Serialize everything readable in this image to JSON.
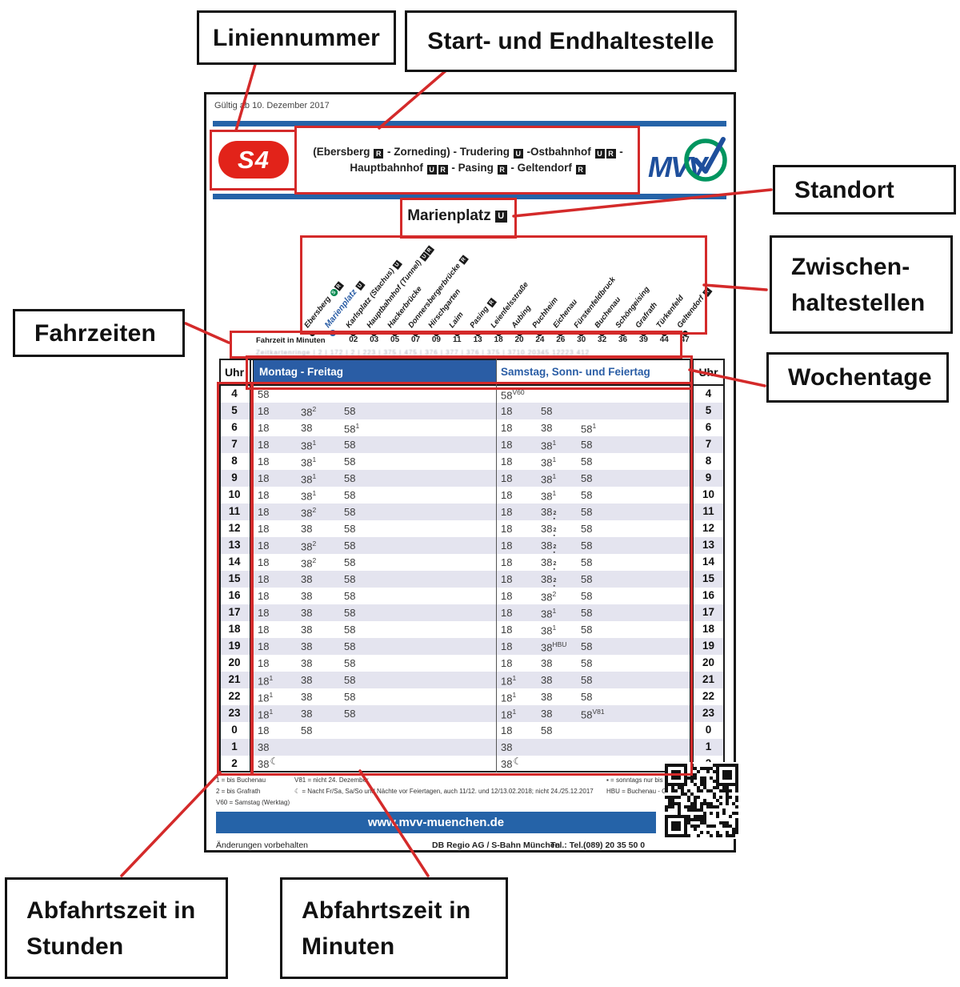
{
  "annotations": {
    "liniennummer": "Liniennummer",
    "start_end": "Start- und Endhaltestelle",
    "standort": "Standort",
    "zwischen": [
      "Zwischen-",
      "haltestellen"
    ],
    "wochentage": "Wochentage",
    "fahrzeiten": "Fahrzeiten",
    "abfahrt_stunden": [
      "Abfahrtszeit in",
      "Stunden"
    ],
    "abfahrt_minuten": [
      "Abfahrtszeit in",
      "Minuten"
    ]
  },
  "sheet": {
    "valid_from": "Gültig ab 10. Dezember 2017",
    "line_number": "S4",
    "brand": "MVV",
    "route": {
      "line1": [
        "(Ebersberg ",
        {
          "b": "R"
        },
        " - Zorneding) - Trudering ",
        {
          "b": "U"
        },
        " -Ostbahnhof ",
        {
          "b": "U"
        },
        {
          "b": "R"
        },
        " -"
      ],
      "line2": [
        "Hauptbahnhof ",
        {
          "b": "U"
        },
        {
          "b": "R"
        },
        " - Pasing ",
        {
          "b": "R"
        },
        " - Geltendorf ",
        {
          "b": "R"
        }
      ]
    },
    "location": {
      "name": "Marienplatz",
      "badge": "U"
    },
    "stations": [
      {
        "n": "Ebersberg",
        "b": [
          "S",
          "R"
        ]
      },
      {
        "n": "Marienplatz",
        "b": [
          "U"
        ],
        "hl": true
      },
      {
        "n": "Karlsplatz (Stachus)",
        "b": [
          "U"
        ]
      },
      {
        "n": "Hauptbahnhof (Tunnel)",
        "b": [
          "U",
          "R"
        ]
      },
      {
        "n": "Hackerbrücke"
      },
      {
        "n": "Donnersbergerbrücke",
        "b": [
          "R"
        ]
      },
      {
        "n": "Hirschgarten"
      },
      {
        "n": "Laim"
      },
      {
        "n": "Pasing",
        "b": [
          "R"
        ]
      },
      {
        "n": "Leienfelsstraße"
      },
      {
        "n": "Aubing"
      },
      {
        "n": "Puchheim"
      },
      {
        "n": "Eichenau"
      },
      {
        "n": "Fürstenfeldbruck"
      },
      {
        "n": "Buchenau"
      },
      {
        "n": "Schöngeising"
      },
      {
        "n": "Grafrath"
      },
      {
        "n": "Türkenfeld"
      },
      {
        "n": "Geltendorf",
        "b": [
          "R"
        ]
      }
    ],
    "travel_time": {
      "label": "Fahrzeit in Minuten",
      "values": [
        "02",
        "03",
        "05",
        "07",
        "09",
        "11",
        "13",
        "18",
        "20",
        "24",
        "26",
        "30",
        "32",
        "36",
        "39",
        "44",
        "47"
      ]
    },
    "zone_row": "Zeitkartenringe      |   2   |  172 |  2  | 223 | 375 |    475    | 376 | 377 | 376 | 375 | 3710 20345 12223 412",
    "timetable": {
      "hour_label": "Uhr",
      "weekday_header": "Montag - Freitag",
      "weekend_header": "Samstag, Sonn- und Feiertag",
      "rows": [
        {
          "h": "4",
          "mf": [
            {
              "v": "58"
            }
          ],
          "sa": [
            {
              "v": "58",
              "sup": "V60"
            }
          ]
        },
        {
          "h": "5",
          "mf": [
            {
              "v": "18"
            },
            {
              "v": "38",
              "sup": "2"
            },
            {
              "v": "58"
            }
          ],
          "sa": [
            {
              "v": "18"
            },
            {
              "v": "58"
            }
          ]
        },
        {
          "h": "6",
          "mf": [
            {
              "v": "18"
            },
            {
              "v": "38"
            },
            {
              "v": "58",
              "sup": "1"
            }
          ],
          "sa": [
            {
              "v": "18"
            },
            {
              "v": "38"
            },
            {
              "v": "58",
              "sup": "1"
            }
          ]
        },
        {
          "h": "7",
          "mf": [
            {
              "v": "18"
            },
            {
              "v": "38",
              "sup": "1"
            },
            {
              "v": "58"
            }
          ],
          "sa": [
            {
              "v": "18"
            },
            {
              "v": "38",
              "sup": "1"
            },
            {
              "v": "58"
            }
          ]
        },
        {
          "h": "8",
          "mf": [
            {
              "v": "18"
            },
            {
              "v": "38",
              "sup": "1"
            },
            {
              "v": "58"
            }
          ],
          "sa": [
            {
              "v": "18"
            },
            {
              "v": "38",
              "sup": "1"
            },
            {
              "v": "58"
            }
          ]
        },
        {
          "h": "9",
          "mf": [
            {
              "v": "18"
            },
            {
              "v": "38",
              "sup": "1"
            },
            {
              "v": "58"
            }
          ],
          "sa": [
            {
              "v": "18"
            },
            {
              "v": "38",
              "sup": "1"
            },
            {
              "v": "58"
            }
          ]
        },
        {
          "h": "10",
          "mf": [
            {
              "v": "18"
            },
            {
              "v": "38",
              "sup": "1"
            },
            {
              "v": "58"
            }
          ],
          "sa": [
            {
              "v": "18"
            },
            {
              "v": "38",
              "sup": "1"
            },
            {
              "v": "58"
            }
          ]
        },
        {
          "h": "11",
          "mf": [
            {
              "v": "18"
            },
            {
              "v": "38",
              "sup": "2"
            },
            {
              "v": "58"
            }
          ],
          "sa": [
            {
              "v": "18"
            },
            {
              "v": "38",
              "sup": "2",
              "sub": "▪"
            },
            {
              "v": "58"
            }
          ]
        },
        {
          "h": "12",
          "mf": [
            {
              "v": "18"
            },
            {
              "v": "38"
            },
            {
              "v": "58"
            }
          ],
          "sa": [
            {
              "v": "18"
            },
            {
              "v": "38",
              "sup": "2",
              "sub": "▪"
            },
            {
              "v": "58"
            }
          ]
        },
        {
          "h": "13",
          "mf": [
            {
              "v": "18"
            },
            {
              "v": "38",
              "sup": "2"
            },
            {
              "v": "58"
            }
          ],
          "sa": [
            {
              "v": "18"
            },
            {
              "v": "38",
              "sup": "2",
              "sub": "▪"
            },
            {
              "v": "58"
            }
          ]
        },
        {
          "h": "14",
          "mf": [
            {
              "v": "18"
            },
            {
              "v": "38",
              "sup": "2"
            },
            {
              "v": "58"
            }
          ],
          "sa": [
            {
              "v": "18"
            },
            {
              "v": "38",
              "sup": "2",
              "sub": "▪"
            },
            {
              "v": "58"
            }
          ]
        },
        {
          "h": "15",
          "mf": [
            {
              "v": "18"
            },
            {
              "v": "38"
            },
            {
              "v": "58"
            }
          ],
          "sa": [
            {
              "v": "18"
            },
            {
              "v": "38",
              "sup": "2",
              "sub": "▪"
            },
            {
              "v": "58"
            }
          ]
        },
        {
          "h": "16",
          "mf": [
            {
              "v": "18"
            },
            {
              "v": "38"
            },
            {
              "v": "58"
            }
          ],
          "sa": [
            {
              "v": "18"
            },
            {
              "v": "38",
              "sup": "2"
            },
            {
              "v": "58"
            }
          ]
        },
        {
          "h": "17",
          "mf": [
            {
              "v": "18"
            },
            {
              "v": "38"
            },
            {
              "v": "58"
            }
          ],
          "sa": [
            {
              "v": "18"
            },
            {
              "v": "38",
              "sup": "1"
            },
            {
              "v": "58"
            }
          ]
        },
        {
          "h": "18",
          "mf": [
            {
              "v": "18"
            },
            {
              "v": "38"
            },
            {
              "v": "58"
            }
          ],
          "sa": [
            {
              "v": "18"
            },
            {
              "v": "38",
              "sup": "1"
            },
            {
              "v": "58"
            }
          ]
        },
        {
          "h": "19",
          "mf": [
            {
              "v": "18"
            },
            {
              "v": "38"
            },
            {
              "v": "58"
            }
          ],
          "sa": [
            {
              "v": "18"
            },
            {
              "v": "38",
              "sup": "HBU"
            },
            {
              "v": "58"
            }
          ]
        },
        {
          "h": "20",
          "mf": [
            {
              "v": "18"
            },
            {
              "v": "38"
            },
            {
              "v": "58"
            }
          ],
          "sa": [
            {
              "v": "18"
            },
            {
              "v": "38"
            },
            {
              "v": "58"
            }
          ]
        },
        {
          "h": "21",
          "mf": [
            {
              "v": "18",
              "sup": "1"
            },
            {
              "v": "38"
            },
            {
              "v": "58"
            }
          ],
          "sa": [
            {
              "v": "18",
              "sup": "1"
            },
            {
              "v": "38"
            },
            {
              "v": "58"
            }
          ]
        },
        {
          "h": "22",
          "mf": [
            {
              "v": "18",
              "sup": "1"
            },
            {
              "v": "38"
            },
            {
              "v": "58"
            }
          ],
          "sa": [
            {
              "v": "18",
              "sup": "1"
            },
            {
              "v": "38"
            },
            {
              "v": "58"
            }
          ]
        },
        {
          "h": "23",
          "mf": [
            {
              "v": "18",
              "sup": "1"
            },
            {
              "v": "38"
            },
            {
              "v": "58"
            }
          ],
          "sa": [
            {
              "v": "18",
              "sup": "1"
            },
            {
              "v": "38"
            },
            {
              "v": "58",
              "sup": "V81"
            }
          ]
        },
        {
          "h": "0",
          "mf": [
            {
              "v": "18"
            },
            {
              "v": "58"
            }
          ],
          "sa": [
            {
              "v": "18"
            },
            {
              "v": "58"
            }
          ]
        },
        {
          "h": "1",
          "mf": [
            {
              "v": "38"
            }
          ],
          "sa": [
            {
              "v": "38"
            }
          ]
        },
        {
          "h": "2",
          "mf": [
            {
              "v": "38",
              "sup": "moon"
            }
          ],
          "sa": [
            {
              "v": "38",
              "sup": "moon"
            }
          ]
        }
      ]
    },
    "footnotes": {
      "col1": [
        "1 = bis Buchenau",
        "2 = bis Grafrath",
        "V60 = Samstag (Werktag)"
      ],
      "col2": [
        "V81 = nicht 24. Dezember",
        "☾ = Nacht Fr/Sa, Sa/So und Nächte vor Feiertagen, auch 11/12. und 12/13.02.2018; nicht 24./25.12.2017"
      ],
      "col3": [
        "▪ = sonntags nur bis Buchenau",
        "HBU = Buchenau - Grafrath nur sonntags"
      ]
    },
    "website": "www.mvv-muenchen.de",
    "footer": {
      "left": "Änderungen vorbehalten",
      "center": "DB Regio AG / S-Bahn München",
      "right": "Tel.: Tel.(089) 20 35 50 0"
    }
  },
  "colors": {
    "mvv_blue": "#2a5da5",
    "s4_red": "#e2231a",
    "callout_red": "#d42a2a",
    "stripe": "#e4e4ef",
    "mvv_green": "#00955f"
  }
}
